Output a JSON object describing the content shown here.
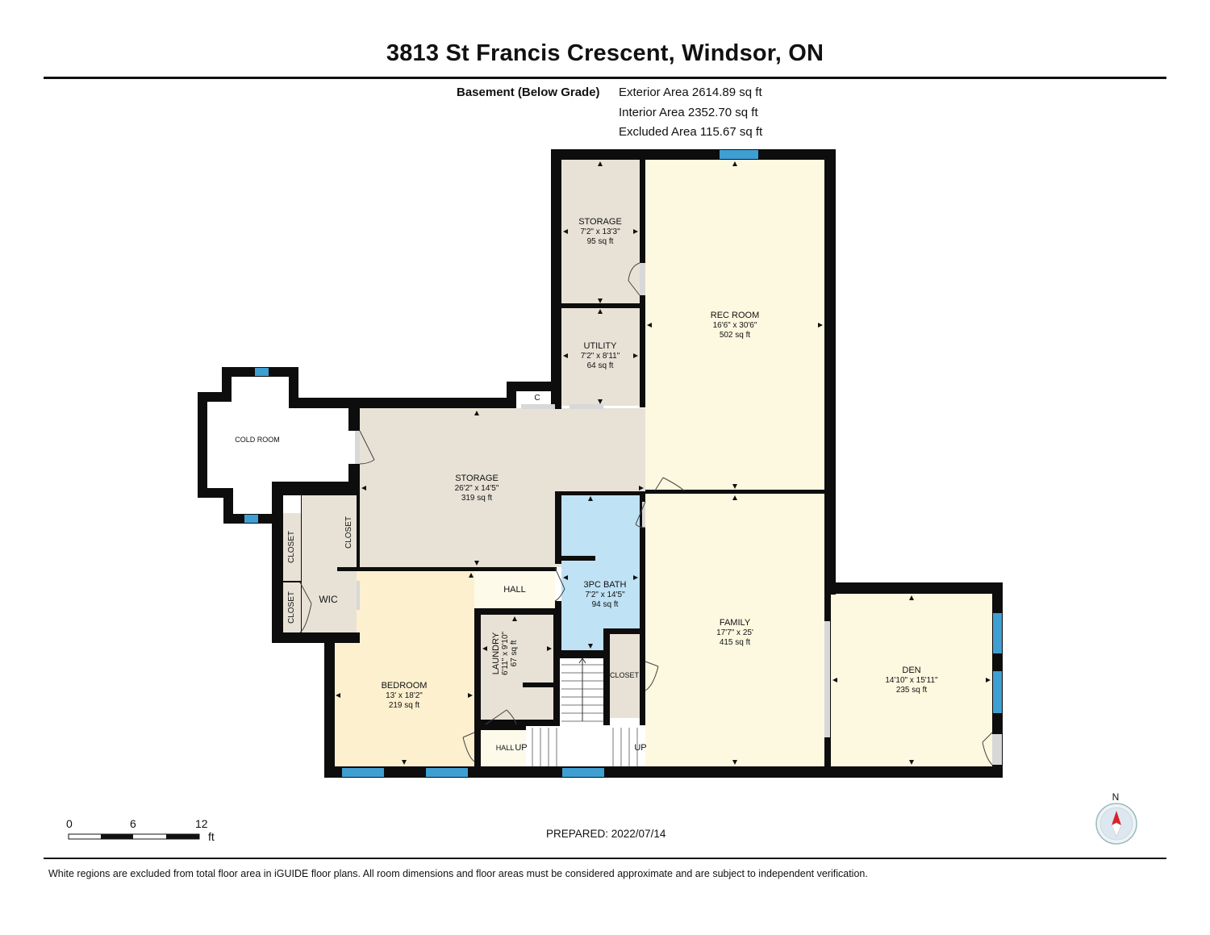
{
  "header": {
    "title": "3813 St Francis Crescent, Windsor, ON",
    "level": "Basement (Below Grade)",
    "exterior_area": "Exterior Area 2614.89 sq ft",
    "interior_area": "Interior Area 2352.70 sq ft",
    "excluded_area": "Excluded Area 115.67 sq ft"
  },
  "rooms": {
    "storage_top": {
      "name": "STORAGE",
      "dims": "7'2\" x 13'3\"",
      "area": "95 sq ft"
    },
    "utility": {
      "name": "UTILITY",
      "dims": "7'2\" x 8'11\"",
      "area": "64 sq ft"
    },
    "rec_room": {
      "name": "REC ROOM",
      "dims": "16'6\" x 30'6\"",
      "area": "502 sq ft"
    },
    "cold_room": {
      "name": "COLD ROOM"
    },
    "c_closet": {
      "name": "C"
    },
    "storage_main": {
      "name": "STORAGE",
      "dims": "26'2\" x 14'5\"",
      "area": "319 sq ft"
    },
    "closet_1": {
      "name": "CLOSET"
    },
    "closet_2": {
      "name": "CLOSET"
    },
    "closet_3": {
      "name": "CLOSET"
    },
    "closet_4": {
      "name": "CLOSET"
    },
    "wic": {
      "name": "WIC"
    },
    "hall": {
      "name": "HALL"
    },
    "bath": {
      "name": "3PC BATH",
      "dims": "7'2\" x 14'5\"",
      "area": "94 sq ft"
    },
    "family": {
      "name": "FAMILY",
      "dims": "17'7\" x 25'",
      "area": "415 sq ft"
    },
    "bedroom": {
      "name": "BEDROOM",
      "dims": "13' x 18'2\"",
      "area": "219 sq ft"
    },
    "laundry": {
      "name": "LAUNDRY",
      "dims": "6'11\" x 9'10\"",
      "area": "67 sq ft"
    },
    "den": {
      "name": "DEN",
      "dims": "14'10\" x 15'11\"",
      "area": "235 sq ft"
    },
    "hall_lower": {
      "name": "HALL"
    },
    "stair_up_1": "UP",
    "stair_up_2": "UP"
  },
  "scale": {
    "ticks": [
      "0",
      "6",
      "12"
    ],
    "unit": "ft"
  },
  "compass": {
    "label": "N",
    "icon": "compass-north-icon"
  },
  "footer": {
    "prepared": "PREPARED: 2022/07/14",
    "disclaimer": "White regions are excluded from total floor area in iGUIDE floor plans. All room dimensions and floor areas must be considered approximate and are subject to independent verification."
  },
  "colors": {
    "wall": "#0d0d0d",
    "storage": "#e8e2d6",
    "rec_family_den": "#fdf8e0",
    "bedroom": "#fdf0cf",
    "bath": "#bfe2f5",
    "window": "#3f9fd3"
  }
}
